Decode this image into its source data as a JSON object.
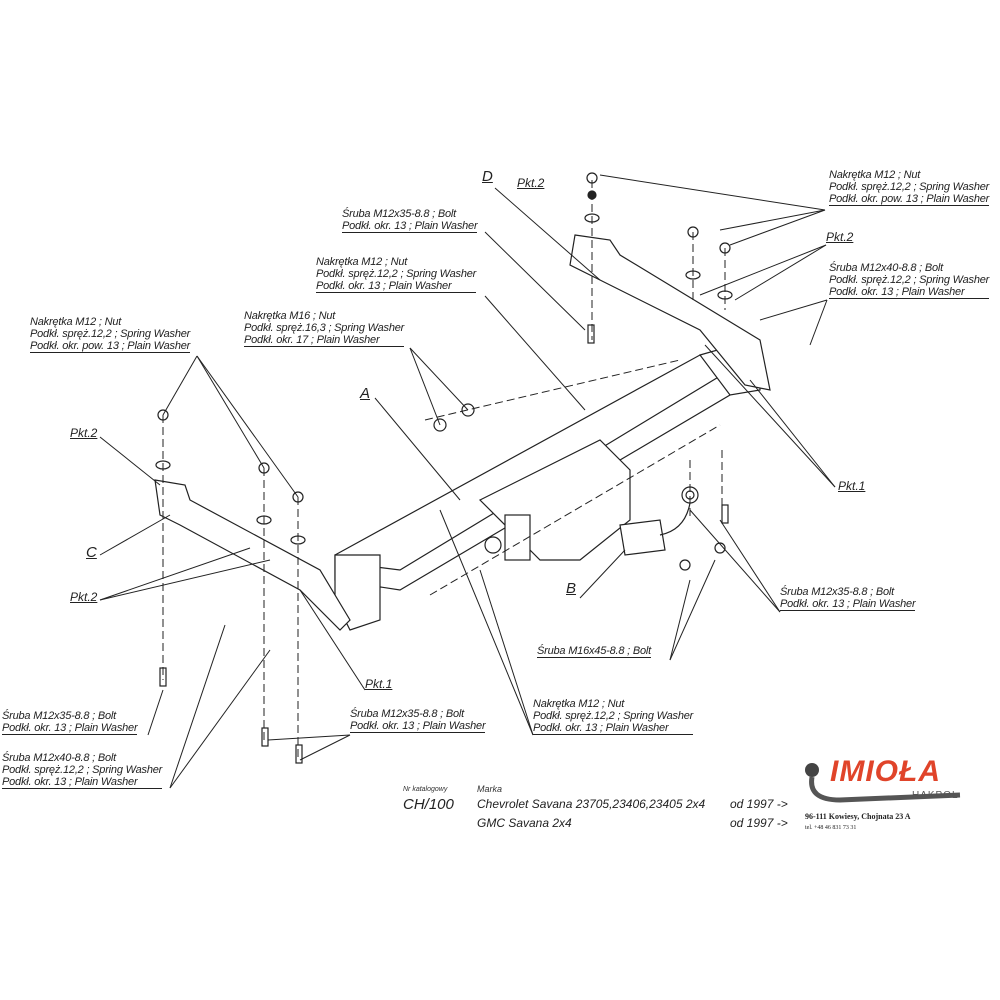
{
  "parts": {
    "A": "A",
    "B": "B",
    "C": "C",
    "D": "D"
  },
  "pkt": {
    "pkt1": "Pkt.1",
    "pkt2": "Pkt.2"
  },
  "callouts": {
    "top_bolt": [
      "Śruba M12x35-8.8 ;  Bolt",
      "Podkł. okr. 13 ; Plain Washer"
    ],
    "top_nut": [
      "Nakrętka  M12 ; Nut",
      "Podkł. spręż.12,2 ; Spring Washer",
      "Podkł. okr. 13 ; Plain Washer"
    ],
    "m16_nut": [
      "Nakrętka  M16 ; Nut",
      "Podkł. spręż.16,3 ; Spring Washer",
      "Podkł. okr. 17 ; Plain Washer"
    ],
    "left_nut": [
      "Nakrętka  M12 ; Nut",
      "Podkł. spręż.12,2 ; Spring Washer",
      "Podkł. okr. pow. 13 ; Plain Washer"
    ],
    "right_nut": [
      "Nakrętka  M12 ; Nut",
      "Podkł. spręż.12,2 ; Spring Washer",
      "Podkł. okr. pow. 13 ; Plain Washer"
    ],
    "right_bolt40": [
      "Śruba M12x40-8.8 ;  Bolt",
      "Podkł. spręż.12,2 ; Spring Washer",
      "Podkł. okr. 13 ; Plain Washer"
    ],
    "right_bolt35": [
      "Śruba M12x35-8.8 ;  Bolt",
      "Podkł. okr. 13 ; Plain Washer"
    ],
    "m16_bolt": [
      "Śruba M16x45-8.8 ;  Bolt"
    ],
    "bottom_nut": [
      "Nakrętka  M12 ; Nut",
      "Podkł. spręż.12,2 ; Spring Washer",
      "Podkł. okr. 13 ; Plain Washer"
    ],
    "bl_bolt35": [
      "Śruba M12x35-8.8 ;  Bolt",
      "Podkł. okr. 13 ; Plain Washer"
    ],
    "bl_bolt40": [
      "Śruba M12x40-8.8 ;  Bolt",
      "Podkł. spręż.12,2 ; Spring Washer",
      "Podkł. okr. 13 ; Plain Washer"
    ],
    "bm_bolt35": [
      "Śruba M12x35-8.8 ;  Bolt",
      "Podkł. okr. 13 ; Plain Washer"
    ]
  },
  "footer": {
    "catalog_label": "Nr katalogowy",
    "catalog_no": "CH/100",
    "make_label": "Marka",
    "vehicles": [
      {
        "name": "Chevrolet Savana 23705,23406,23405 2x4",
        "from": "od  1997 ->"
      },
      {
        "name": "GMC Savana 2x4",
        "from": "od  1997 ->"
      }
    ]
  },
  "logo": {
    "brand": "IMIOŁA",
    "sub": "HAKPOL",
    "address": "96-111 Kowiesy, Chojnata 23 A",
    "tel": "tel. +48 46 831 73 31",
    "color": "#e0442a"
  }
}
